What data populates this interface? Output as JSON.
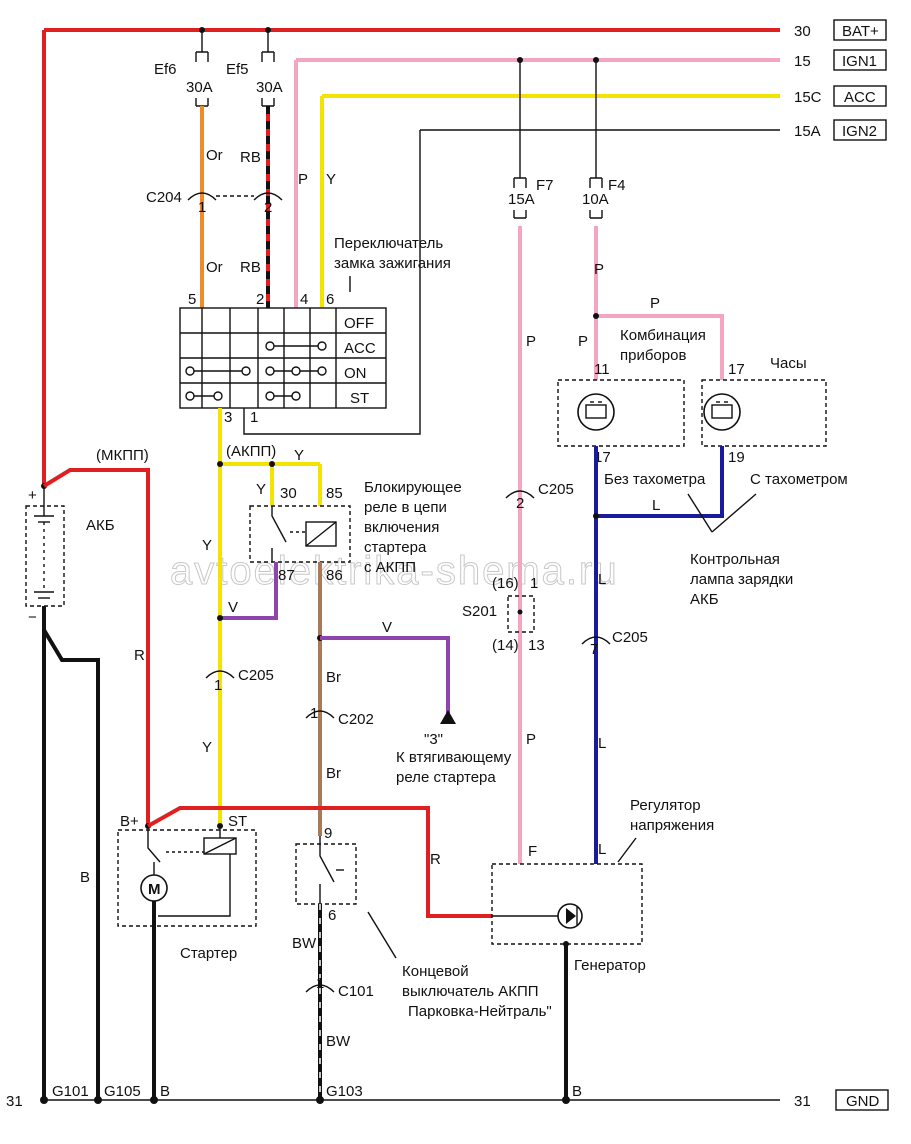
{
  "rails": [
    {
      "num": "30",
      "tag": "BAT+",
      "color": "#e02020"
    },
    {
      "num": "15",
      "tag": "IGN1",
      "color": "#f4a6c0"
    },
    {
      "num": "15C",
      "tag": "ACC",
      "color": "#f2e400"
    },
    {
      "num": "15A",
      "tag": "IGN2",
      "color": "#111111"
    }
  ],
  "ground_rail": {
    "left_num": "31",
    "right_num": "31",
    "tag": "GND"
  },
  "fuses": {
    "ef6": {
      "name": "Ef6",
      "rating": "30A"
    },
    "ef5": {
      "name": "Ef5",
      "rating": "30A"
    },
    "f7": {
      "name": "F7",
      "rating": "15A"
    },
    "f4": {
      "name": "F4",
      "rating": "10A"
    }
  },
  "wire_codes": {
    "or": "Or",
    "rb": "RB",
    "p": "P",
    "y": "Y",
    "r": "R",
    "b": "B",
    "v": "V",
    "br": "Br",
    "bw": "BW",
    "l": "L"
  },
  "connectors": {
    "c204": "C204",
    "c205": "C205",
    "c202": "C202",
    "c101": "C101",
    "s201": "S201",
    "s201_pin16": "(16)",
    "s201_pin14": "(14)"
  },
  "pins": {
    "p1": "1",
    "p2": "2",
    "p3": "3",
    "p4": "4",
    "p5": "5",
    "p6": "6",
    "p7": "7",
    "p9": "9",
    "p11": "11",
    "p13": "13",
    "p17": "17",
    "p19": "19",
    "p30": "30",
    "p85": "85",
    "p86": "86",
    "p87": "87",
    "f": "F",
    "st": "ST",
    "bplus": "B+",
    "plus": "+",
    "minus": "−",
    "motor": "M"
  },
  "ignition_switch": {
    "title_line1": "Переключатель",
    "title_line2": "замка зажигания",
    "positions": [
      "OFF",
      "ACC",
      "ON",
      "ST"
    ]
  },
  "labels": {
    "mkpp": "(МКПП)",
    "akpp": "(АКПП)",
    "akb": "АКБ",
    "relay_line1": "Блокирующее",
    "relay_line2": "реле в цепи",
    "relay_line3": "включения",
    "relay_line4": "стартера",
    "relay_line5": "с АКПП",
    "cluster_line1": "Комбинация",
    "cluster_line2": "приборов",
    "clock": "Часы",
    "no_tach": "Без тахометра",
    "with_tach": "С тахометром",
    "lamp_line1": "Контрольная",
    "lamp_line2": "лампа зарядки",
    "lamp_line3": "АКБ",
    "pull_in_line0": "\"3\"",
    "pull_in_line1": "К втягивающему",
    "pull_in_line2": "реле стартера",
    "regulator_line1": "Регулятор",
    "regulator_line2": "напряжения",
    "starter": "Стартер",
    "generator": "Генератор",
    "limit_line1": "Концевой",
    "limit_line2": "выключатель АКПП",
    "limit_line3": "Парковка-Нейтраль\""
  },
  "grounds": {
    "g101": "G101",
    "g105": "G105",
    "g103": "G103"
  },
  "watermark": "avtoelektrika-shema.ru",
  "colors": {
    "red": "#e02020",
    "pink": "#f4a6c0",
    "yellow": "#f2e400",
    "orange": "#f08c28",
    "black": "#111111",
    "brown": "#a87a5a",
    "violet": "#8e44ad",
    "blue": "#1a1a9c"
  }
}
